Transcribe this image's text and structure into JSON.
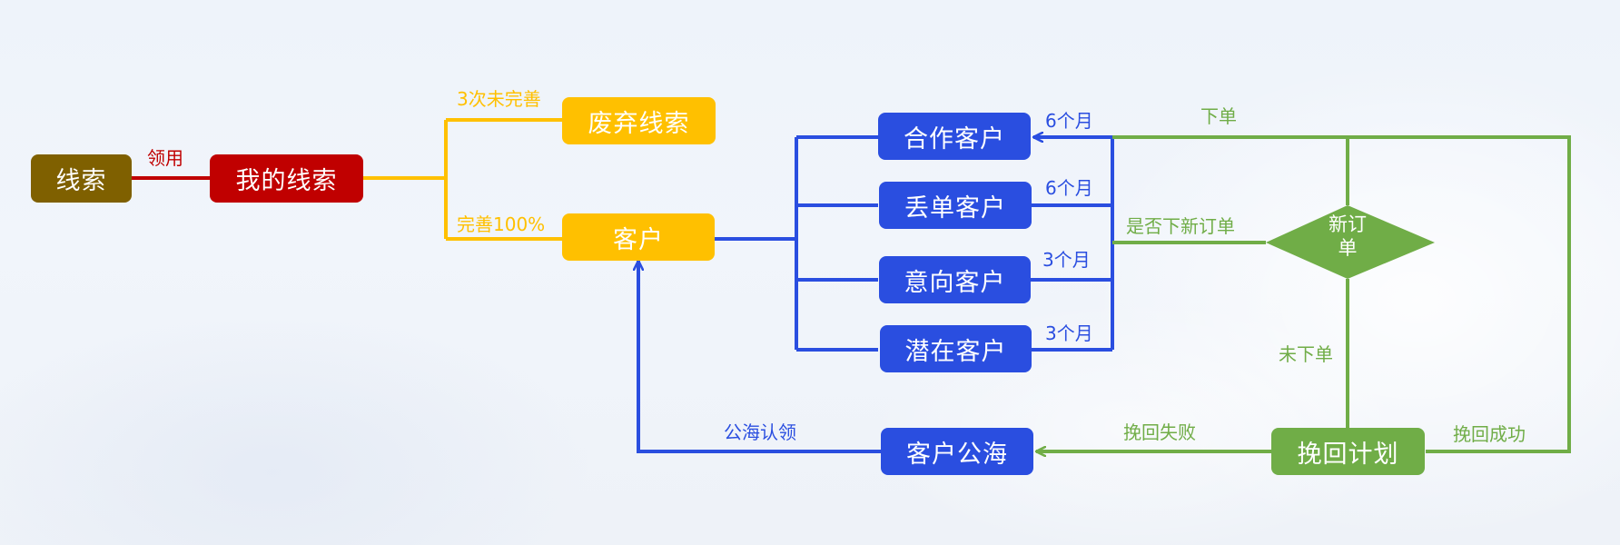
{
  "colors": {
    "olive": "#7f6000",
    "red": "#c00000",
    "amber": "#ffc000",
    "blue": "#2a4ee0",
    "green": "#70ad47"
  },
  "nodes": {
    "lead": "线索",
    "my_leads": "我的线索",
    "abandoned_leads": "废弃线索",
    "customer": "客户",
    "cooperating_customer": "合作客户",
    "lost_order_customer": "丢单客户",
    "intended_customer": "意向客户",
    "potential_customer": "潜在客户",
    "customer_pool": "客户公海",
    "recovery_plan": "挽回计划",
    "decision_line1": "新订",
    "decision_line2": "单"
  },
  "edge_labels": {
    "claim": "领用",
    "incomplete_3_times": "3次未完善",
    "complete_100": "完善100%",
    "cooperating_period": "6个月",
    "lost_order_period": "6个月",
    "intended_period": "3个月",
    "potential_period": "3个月",
    "new_order_question": "是否下新订单",
    "ordered": "下单",
    "not_ordered": "未下单",
    "recovery_failed": "挽回失败",
    "recovery_success": "挽回成功",
    "pool_claim": "公海认领"
  }
}
